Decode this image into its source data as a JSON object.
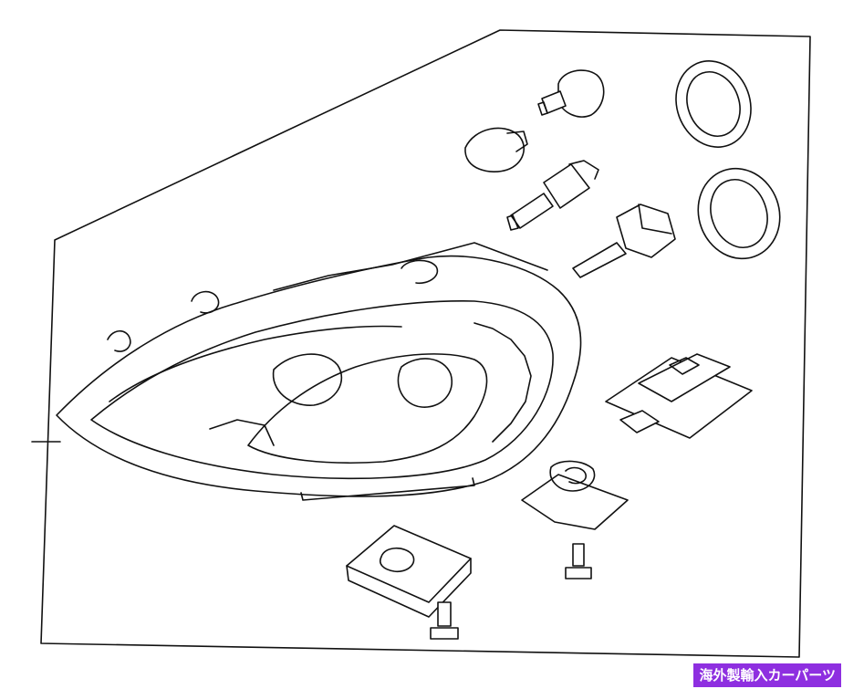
{
  "watermark": {
    "text": "海外製輸入カーパーツ",
    "background": "#8e2fe0",
    "color": "#ffffff"
  },
  "parts": [
    "headlamp-assembly",
    "bulb-socket",
    "turn-signal-bulb",
    "halogen-bulb",
    "xenon-bulb",
    "dust-cap",
    "dust-cap",
    "control-module",
    "bulb-socket-bracket",
    "ballast-module",
    "screw",
    "screw"
  ]
}
